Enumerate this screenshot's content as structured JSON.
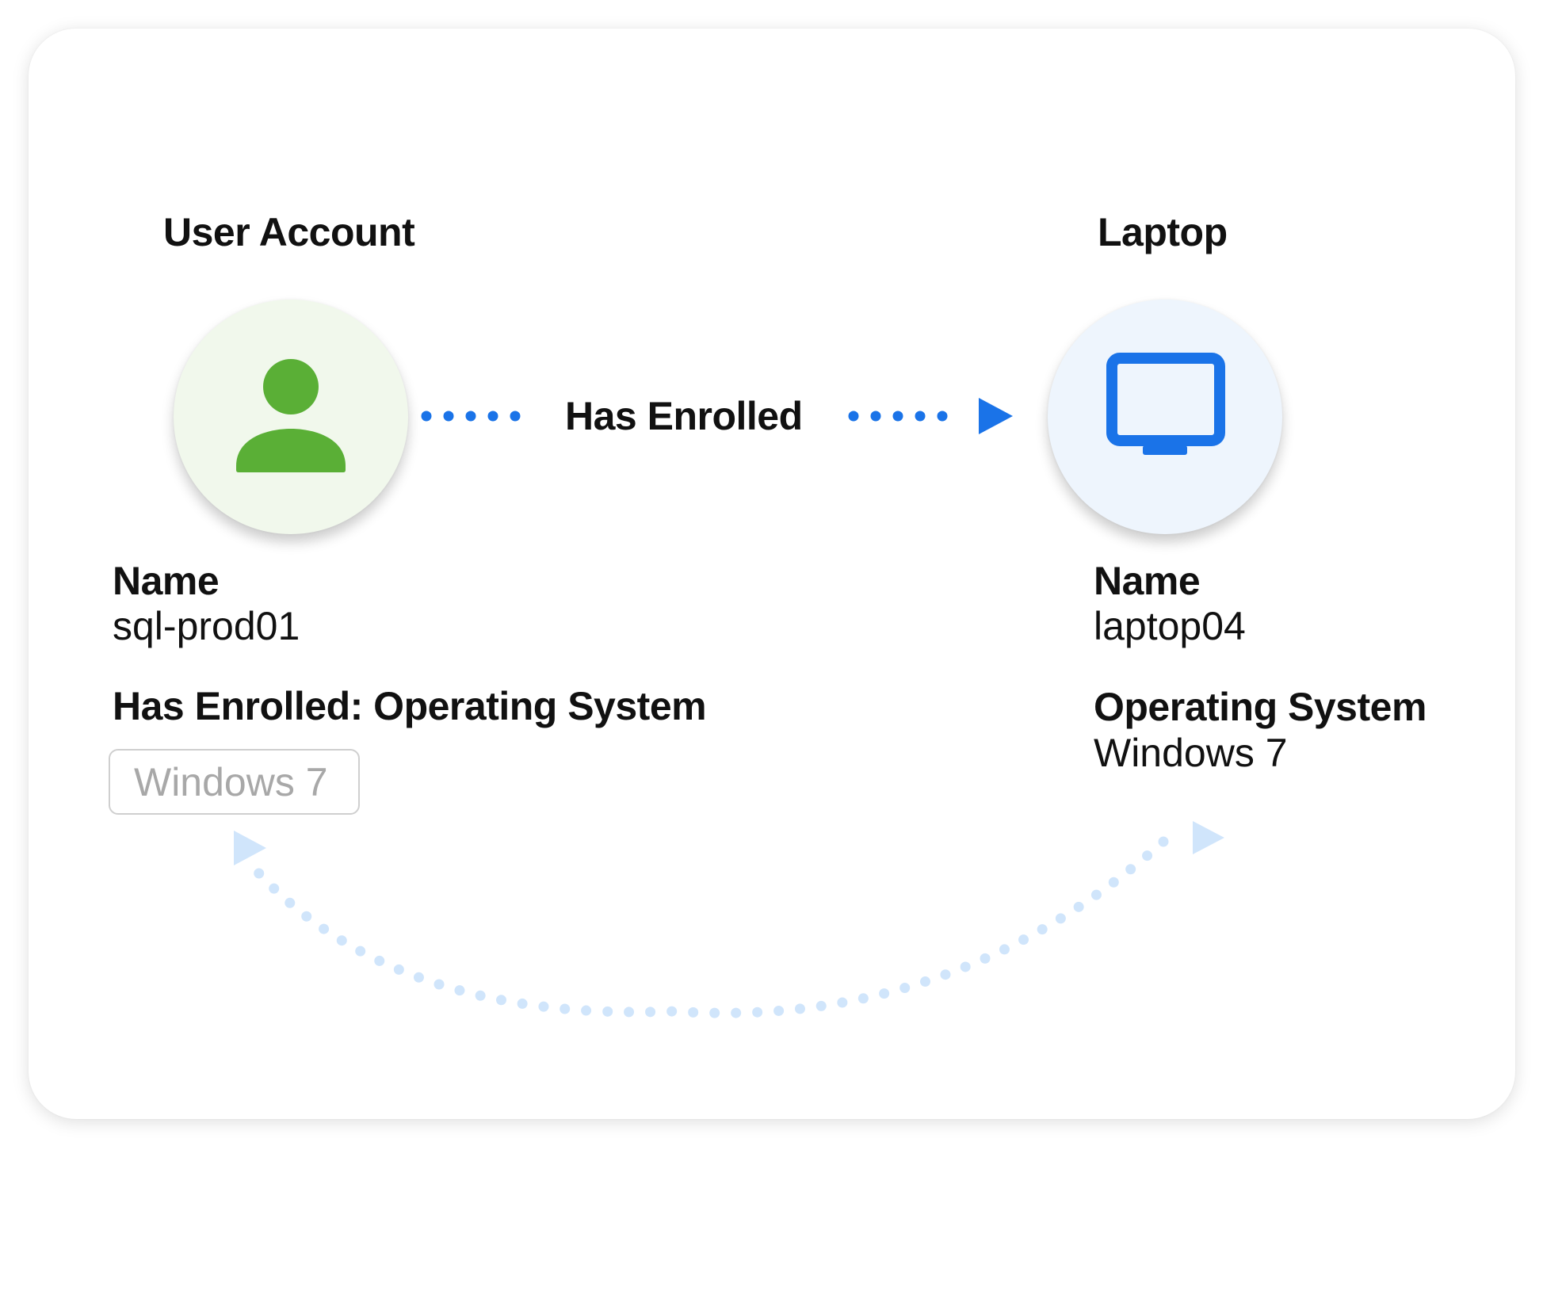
{
  "source_node": {
    "heading": "User Account",
    "name_label": "Name",
    "name_value": "sql-prod01",
    "relation_field_label": "Has Enrolled: Operating System",
    "relation_field_value": "Windows 7",
    "icon": "user-icon",
    "icon_color": "#5aaf36",
    "circle_color": "#f1f8ec"
  },
  "relationship": {
    "label": "Has Enrolled",
    "color": "#1a73e8",
    "return_arrow_color": "#d0e5fb"
  },
  "target_node": {
    "heading": "Laptop",
    "name_label": "Name",
    "name_value": "laptop04",
    "os_label": "Operating System",
    "os_value": "Windows 7",
    "icon": "monitor-icon",
    "icon_color": "#1a73e8",
    "circle_color": "#eef5fd"
  }
}
